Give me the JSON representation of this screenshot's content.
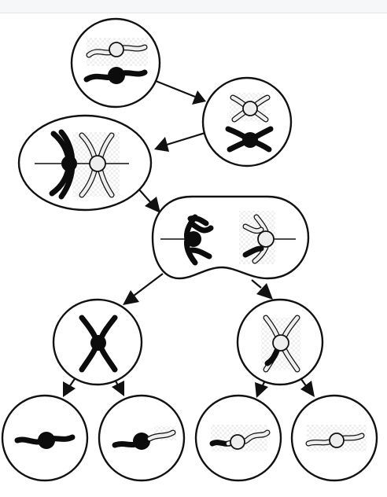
{
  "diagram": {
    "kind": "meiosis-chromosome-flow",
    "colors": {
      "background": "#ffffff",
      "outline": "#111111",
      "dark_chromosome": "#0c0c0c",
      "light_chromosome": "#eeeeee"
    },
    "stages": [
      {
        "id": "homologous-pair-cell",
        "chromosomes": [
          "light",
          "dark"
        ]
      },
      {
        "id": "replicated-pair-cell",
        "chromosomes": [
          "light-replicated",
          "dark-replicated"
        ]
      },
      {
        "id": "metaphase-one-cell",
        "chromosomes": [
          "dark-replicated",
          "light-replicated"
        ]
      },
      {
        "id": "anaphase-one-cell",
        "chromosomes": [
          "dark-replicated",
          "light-replicated"
        ]
      },
      {
        "id": "daughter-cell-left",
        "chromosomes": [
          "dark-replicated"
        ]
      },
      {
        "id": "daughter-cell-right",
        "chromosomes": [
          "light-replicated"
        ]
      },
      {
        "id": "gamete-cell-1",
        "chromosomes": [
          "dark"
        ]
      },
      {
        "id": "gamete-cell-2",
        "chromosomes": [
          "dark"
        ]
      },
      {
        "id": "gamete-cell-3",
        "chromosomes": [
          "light"
        ]
      },
      {
        "id": "gamete-cell-4",
        "chromosomes": [
          "light"
        ]
      }
    ]
  }
}
